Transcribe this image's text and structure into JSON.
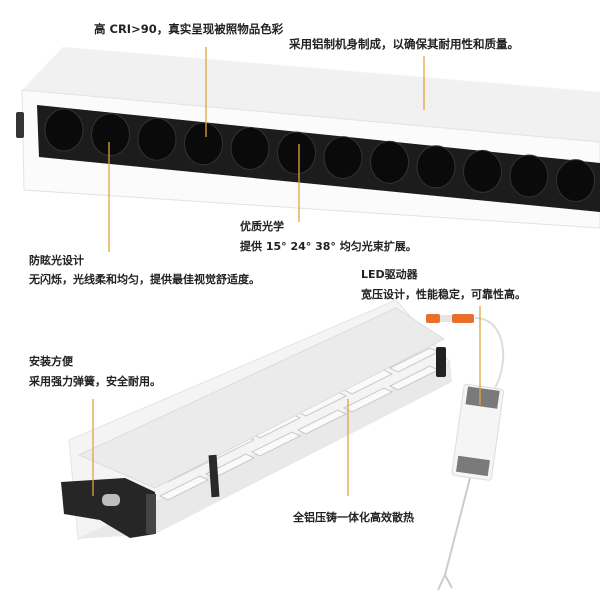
{
  "accent_line_color": "#e0a63a",
  "annotations": {
    "cri": "高 CRI>90，真实呈现被照物品色彩",
    "aluminum_body": "采用铝制机身制成，以确保其耐用性和质量。",
    "optics_title": "优质光学",
    "optics_desc": "提供 15° 24° 38° 均匀光束扩展。",
    "anti_glare_title": "防眩光设计",
    "anti_glare_desc": "无闪烁，光线柔和均匀，提供最佳视觉舒适度。",
    "driver_title": "LED驱动器",
    "driver_desc": "宽压设计，性能稳定，可靠性高。",
    "install_title": "安装方便",
    "install_desc": "采用强力弹簧，安全耐用。",
    "heat_sink": "全铝压铸一体化高效散热"
  }
}
